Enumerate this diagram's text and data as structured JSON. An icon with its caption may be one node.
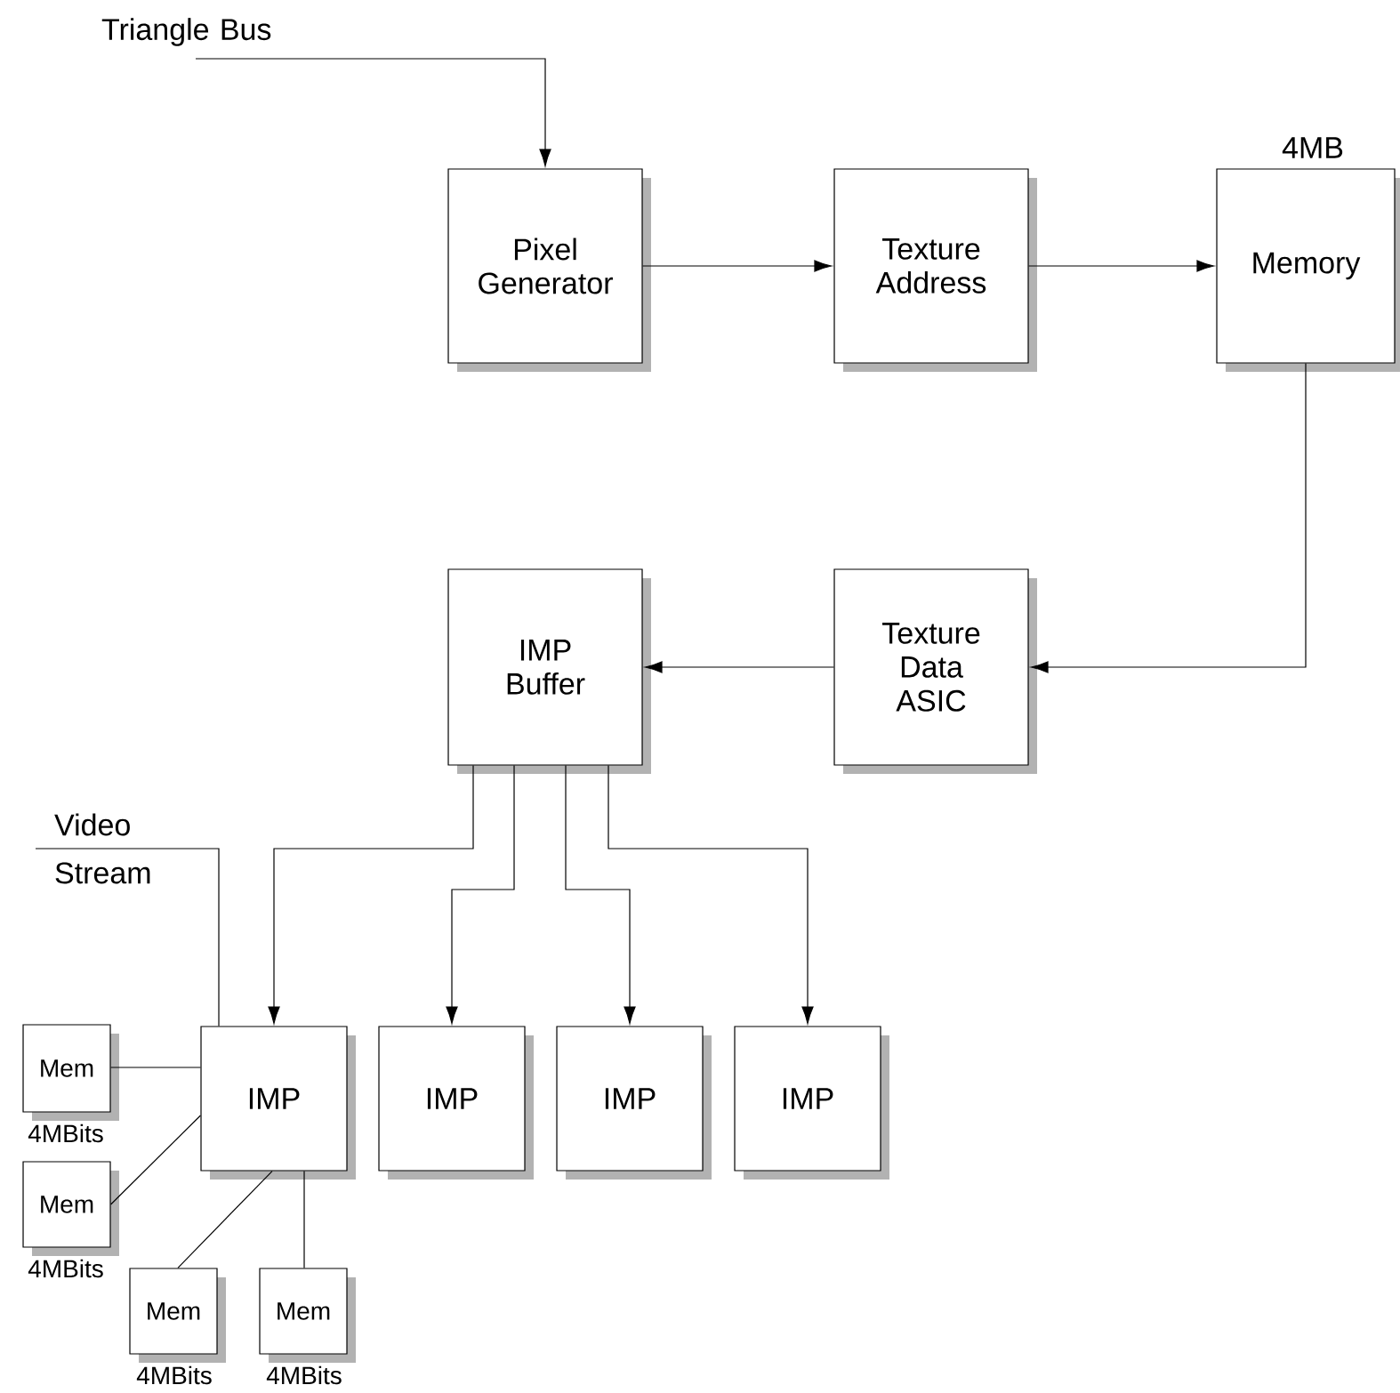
{
  "diagram": {
    "nodes": [
      {
        "text": [
          "Pixel Generator"
        ]
      },
      {
        "text": [
          "Texture Address"
        ]
      },
      {
        "text": [
          "Memory"
        ],
        "beside": [
          "4MB"
        ]
      },
      {
        "text": [
          "IMP Buffer"
        ]
      },
      {
        "text": [
          "Texture Data ASIC"
        ]
      },
      {
        "text": [
          "IMP"
        ]
      },
      {
        "text": [
          "IMP"
        ]
      },
      {
        "text": [
          "IMP"
        ]
      },
      {
        "text": [
          "IMP"
        ]
      },
      {
        "text": [
          "Mem"
        ],
        "beside": [
          "4MBits"
        ]
      },
      {
        "text": [
          "Mem"
        ],
        "beside": [
          "4MBits"
        ]
      },
      {
        "text": [
          "Mem"
        ],
        "beside": [
          "4MBits"
        ]
      },
      {
        "text": [
          "Mem"
        ],
        "beside": [
          "4MBits"
        ]
      }
    ],
    "edges": [
      {
        "from": null,
        "to": 0,
        "arrow": "to",
        "label": "Triangle Bus"
      },
      {
        "from": 0,
        "to": 1,
        "arrow": "to"
      },
      {
        "from": 1,
        "to": 2,
        "arrow": "to"
      },
      {
        "from": 2,
        "to": 4,
        "arrow": "to"
      },
      {
        "from": 4,
        "to": 3,
        "arrow": "to"
      },
      {
        "from": 3,
        "to": 5,
        "arrow": "to"
      },
      {
        "from": 3,
        "to": 6,
        "arrow": "to"
      },
      {
        "from": 3,
        "to": 7,
        "arrow": "to"
      },
      {
        "from": 3,
        "to": 8,
        "arrow": "to"
      },
      {
        "from": null,
        "to": 5,
        "arrow": "none",
        "label": "Video Stream"
      },
      {
        "from": 9,
        "to": 5,
        "arrow": "none"
      },
      {
        "from": 10,
        "to": 5,
        "arrow": "none"
      },
      {
        "from": 11,
        "to": 5,
        "arrow": "none"
      },
      {
        "from": 12,
        "to": 5,
        "arrow": "none"
      }
    ]
  }
}
